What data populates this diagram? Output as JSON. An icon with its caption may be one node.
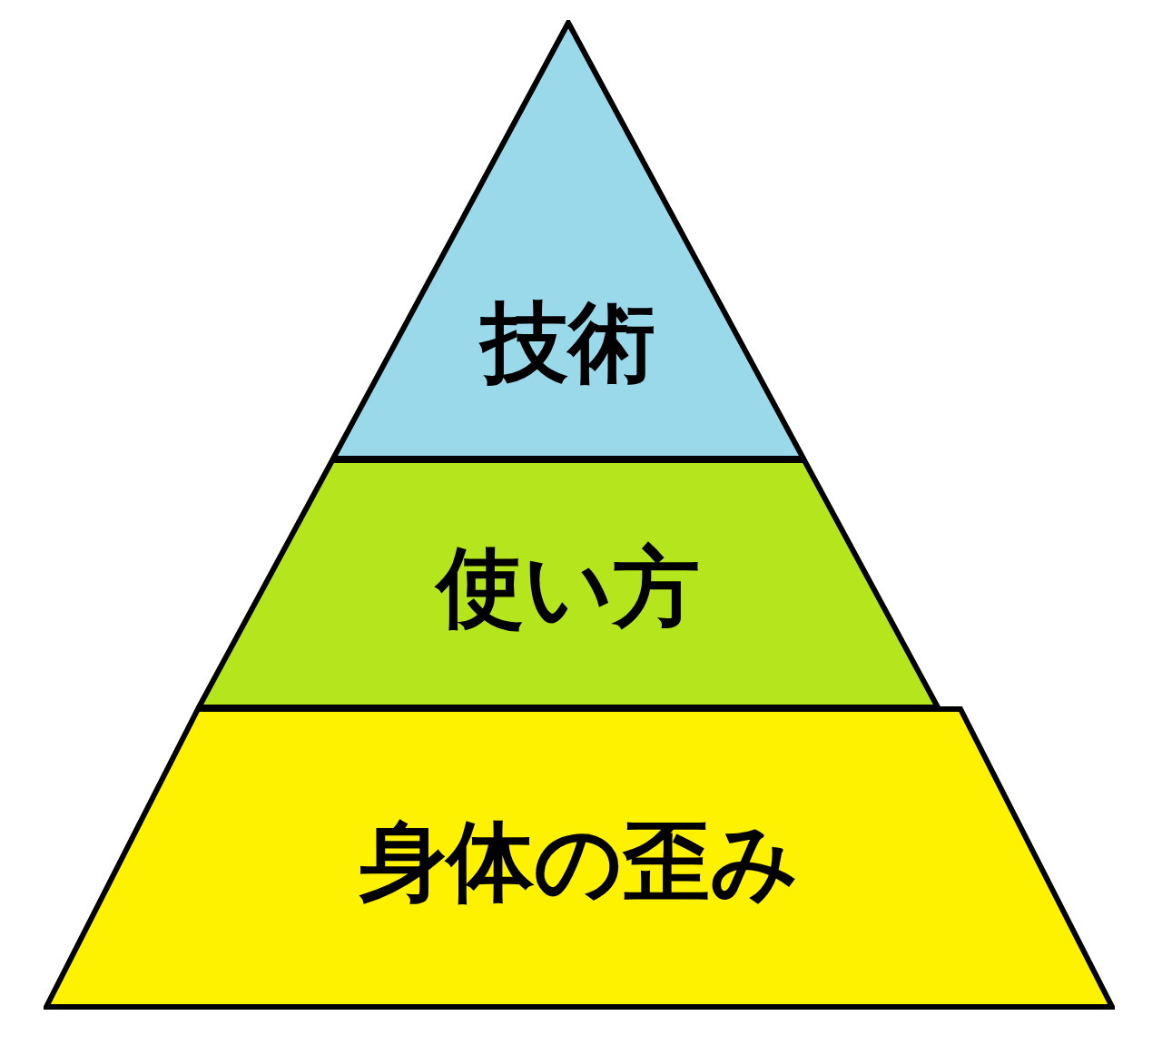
{
  "diagram": {
    "nodes": [
      {
        "text": [
          "技術"
        ]
      },
      {
        "text": [
          "使い方"
        ]
      },
      {
        "text": [
          "身体の歪み"
        ]
      }
    ]
  }
}
